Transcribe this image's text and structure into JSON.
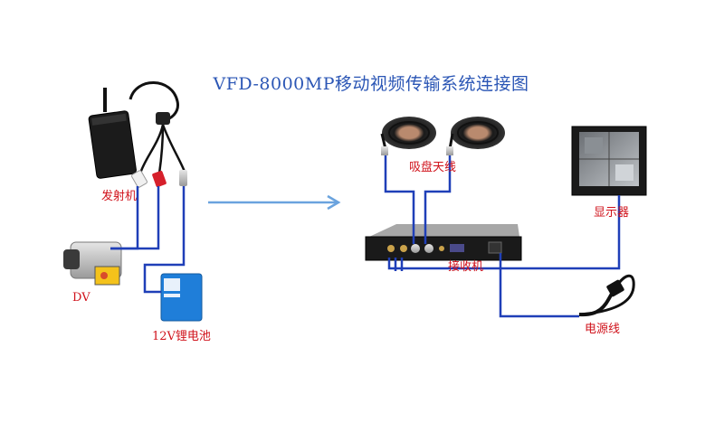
{
  "title": "VFD-8000MP移动视频传输系统连接图",
  "labels": {
    "transmitter": "发射机",
    "camera": "DV",
    "battery": "12V锂电池",
    "antenna": "吸盘天线",
    "receiver": "接收机",
    "monitor": "显示器",
    "power_cord": "电源线"
  },
  "colors": {
    "title": "#2b56b5",
    "label": "#d0121b",
    "wire": "#1f3fb8",
    "arrow": "#6aa3de"
  }
}
